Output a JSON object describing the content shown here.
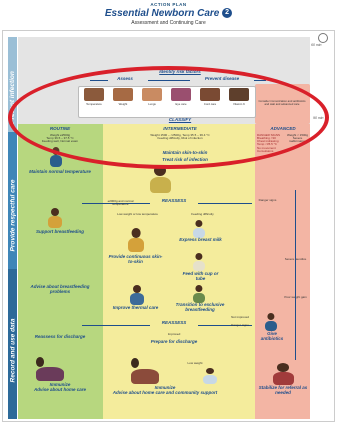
{
  "header": {
    "small_title": "ACTION PLAN",
    "title": "Essential Newborn Care",
    "badge": "2",
    "subtitle": "Assessment and Continuing Care"
  },
  "timeline": {
    "t1": "60 min",
    "t2": "90 min"
  },
  "sidebar": {
    "prevent_infection": "Prevent infection",
    "respectful_care": "Provide respectful care",
    "record_data": "Record and use data"
  },
  "top": {
    "identify": "Identify risk factors",
    "assess": "Assess",
    "prevent_disease": "Prevent disease",
    "thumbs": [
      "Temperature",
      "Weight",
      "Lungs",
      "Eye care",
      "Cord care",
      "Vitamin K"
    ],
    "right_note": "Consider immunization and antibiotics and wait and advanced care"
  },
  "classify": "CLASSIFY",
  "routine": {
    "head": "ROUTINE",
    "criteria": "Weight ≥2500g\nTemp 36.5 – 37.5 °C\nFeeding well, Normal exam",
    "maintain": "Maintain normal temperature",
    "support": "Support breastfeeding",
    "advise": "Advise about breastfeeding problems",
    "reassess_dis": "Reassess for discharge",
    "immunize": "Immunize\nAdvise about home care"
  },
  "intermediate": {
    "head": "INTERMEDIATE",
    "criteria": "Weight 1500 – <2500g, Temp 35.5 – 36.4 °C\nFeeding difficulty, Risk of infection",
    "maintain": "Maintain skin-to-skin",
    "treat": "Treat risk of infection",
    "reassess": "REASSESS",
    "note_left": "≥2000g and normal temperature",
    "low_weight": "Low weight or low temperature",
    "feeding_diff": "Feeding difficulty",
    "express": "Express breast milk",
    "provide": "Provide continuous skin-to-skin",
    "feed_cup": "Feed with cup or tube",
    "improve": "Improve thermal care",
    "transition": "Transition to exclusive breastfeeding",
    "reassess2": "REASSESS",
    "improved": "Improved",
    "prepare": "Prepare for discharge",
    "low_weight2": "Low weight",
    "immunize": "Immunize\nAdvise about home care and community support"
  },
  "advanced": {
    "head": "ADVANCED",
    "danger": "DANGER SIGNS\nBreathing <30\nChest indrawing\nTemp <35.5 °C\nNo movement\nConvulsions",
    "weight": "Weight < 1500g\nSevere malformation",
    "danger_signs": "Danger signs",
    "not_improved": "Not improved",
    "danger_signs2": "Danger signs",
    "severe": "Severe jaundice",
    "poor": "Poor weight gain",
    "give": "Give antibiotics",
    "stabilize": "Stabilize for referral as needed"
  }
}
